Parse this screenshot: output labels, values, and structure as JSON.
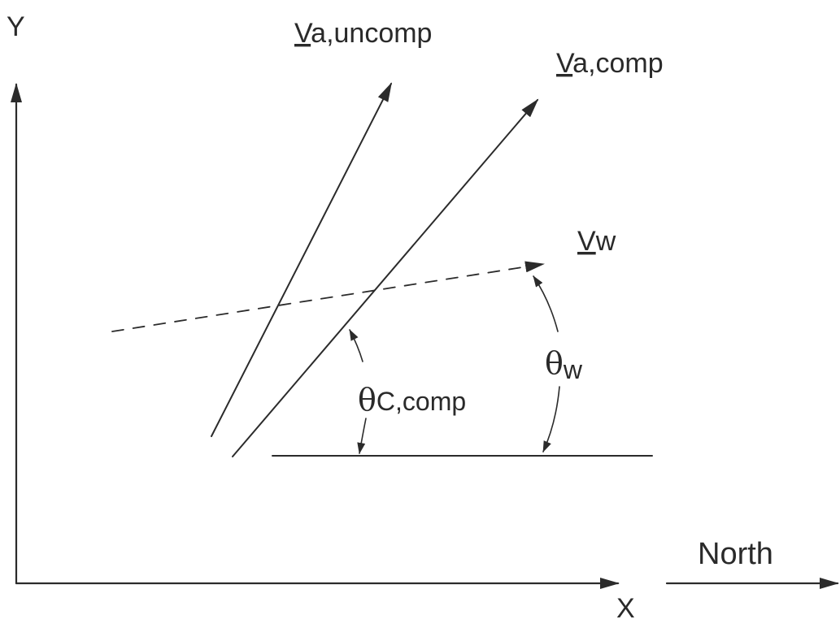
{
  "axes": {
    "y_label": "Y",
    "x_label": "X",
    "north_label": "North"
  },
  "vectors": {
    "va_uncomp": {
      "underlined": "V",
      "rest": "a,uncomp"
    },
    "va_comp": {
      "underlined": "V",
      "rest": "a,comp"
    },
    "vw": {
      "underlined": "V",
      "rest": "w"
    }
  },
  "angles": {
    "theta_c_comp": {
      "symbol": "θ",
      "subscript": "C,comp"
    },
    "theta_w": {
      "symbol": "θ",
      "subscript": "w"
    }
  },
  "colors": {
    "ink": "#2b2b2b",
    "background": "#ffffff"
  }
}
